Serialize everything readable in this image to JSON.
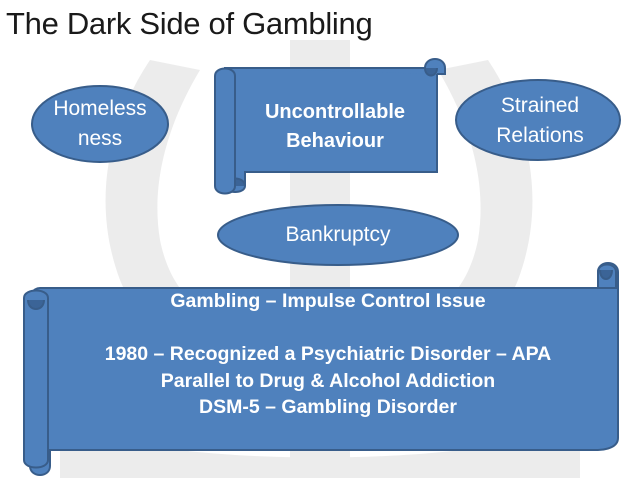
{
  "slide": {
    "title": "The Dark Side of Gambling",
    "homelessness": [
      "Homeless",
      "ness"
    ],
    "uncontrollable": [
      "Uncontrollable",
      "Behaviour"
    ],
    "strained": [
      "Strained",
      "Relations"
    ],
    "bankruptcy": "Bankruptcy",
    "scroll_lines": [
      "Gambling – Impulse Control Issue",
      "",
      "1980 – Recognized a Psychiatric Disorder – APA",
      "Parallel to Drug & Alcohol Addiction",
      "DSM-5 – Gambling Disorder"
    ]
  },
  "colors": {
    "shape_fill": "#4f81bd",
    "shape_border": "#385d8a",
    "watermark": "#ebebeb"
  }
}
